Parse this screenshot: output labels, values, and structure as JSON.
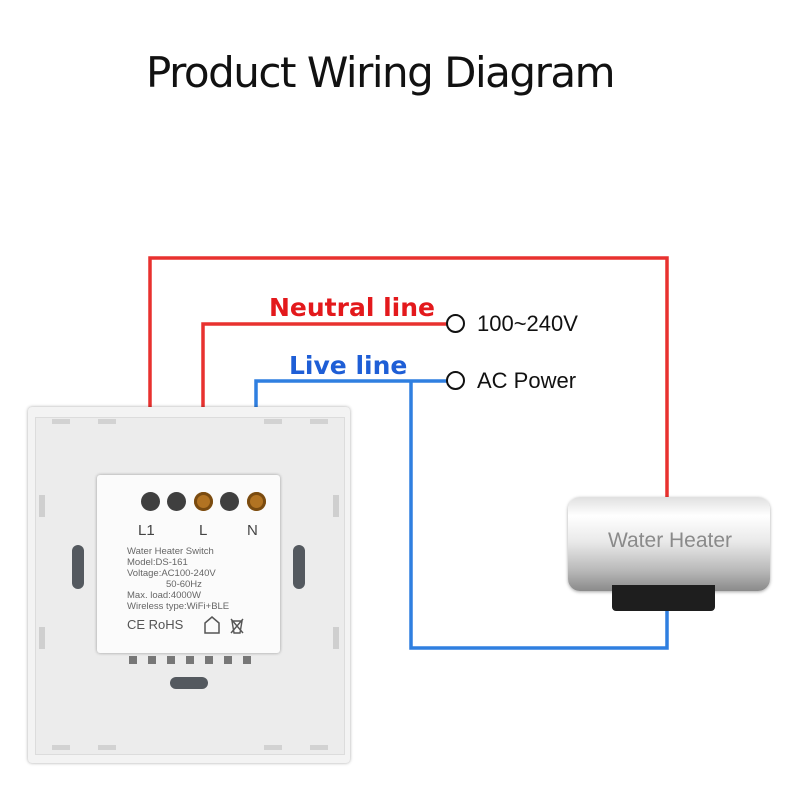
{
  "title": "Product Wiring Diagram",
  "labels": {
    "neutral": "Neutral line",
    "live": "Live line",
    "voltage": "100~240V",
    "power": "AC Power",
    "heater": "Water Heater"
  },
  "colors": {
    "neutral": "#e3191c",
    "live": "#1e5ed6",
    "neutral_wire": "#e8312f",
    "live_wire": "#2f7fe0"
  },
  "terminals": [
    "L1",
    "L",
    "N"
  ],
  "module": {
    "lines": [
      "Water Heater Switch",
      "Model:DS-161",
      "Voltage:AC100-240V",
      "50-60Hz",
      "Max. load:4000W",
      "Wireless type:WiFi+BLE"
    ],
    "marks": "CE RoHS"
  }
}
